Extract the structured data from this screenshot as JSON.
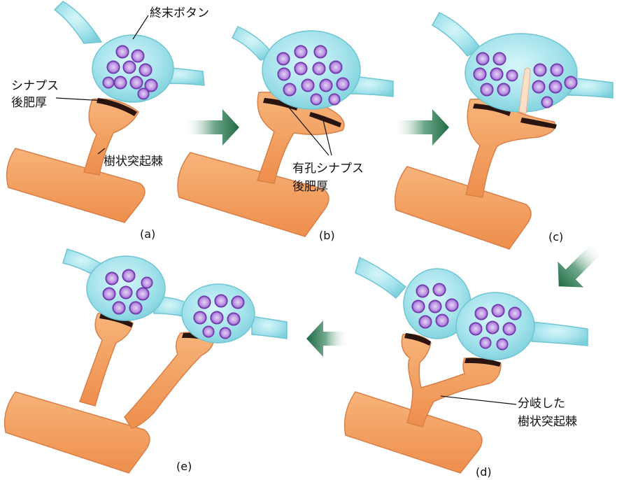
{
  "labels": {
    "terminal_button": "終末ボタン",
    "psd_line1": "シナプス",
    "psd_line2": "後肥厚",
    "dendritic_spine": "樹状突起棘",
    "perforated_line1": "有孔シナプス",
    "perforated_line2": "後肥厚",
    "branched_line1": "分岐した",
    "branched_line2": "樹状突起棘"
  },
  "panels": {
    "a": "(a)",
    "b": "(b)",
    "c": "(c)",
    "d": "(d)",
    "e": "(e)"
  },
  "colors": {
    "axon_blue": "#9fe1ea",
    "axon_outline": "#6fc6d2",
    "dendrite_orange": "#f3a064",
    "dendrite_shadow": "#dd8046",
    "density_dark": "#2a1410",
    "vesicle_purple": "#7b3fb8",
    "arrow_green": "#2f7a55"
  }
}
